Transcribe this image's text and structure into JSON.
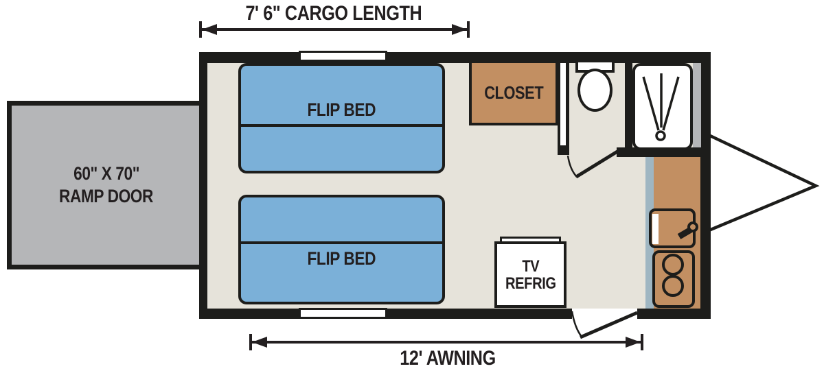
{
  "floorplan": {
    "dimensions": {
      "cargo_length": "7' 6\" CARGO LENGTH",
      "awning": "12' AWNING"
    },
    "ramp_door": {
      "size": "60\" X 70\"",
      "name": "RAMP DOOR"
    },
    "beds": {
      "front": "FLIP BED",
      "rear": "FLIP BED"
    },
    "closet": {
      "label": "CLOSET"
    },
    "tv_refrig": {
      "line1": "TV",
      "line2": "REFRIG"
    },
    "fixtures": [
      "toilet",
      "shower",
      "sink",
      "stove",
      "closet",
      "entry-door",
      "bathroom-door",
      "trailer-tongue",
      "window"
    ],
    "colors": {
      "wall": "#1d1d1b",
      "floor": "#e6e3da",
      "bed_blue": "#7bb0d8",
      "cabinet_wood": "#c28f62",
      "ramp_gray": "#b5b6b8",
      "counter_edge_gray": "#9fb6c2",
      "text": "#231f20"
    }
  }
}
